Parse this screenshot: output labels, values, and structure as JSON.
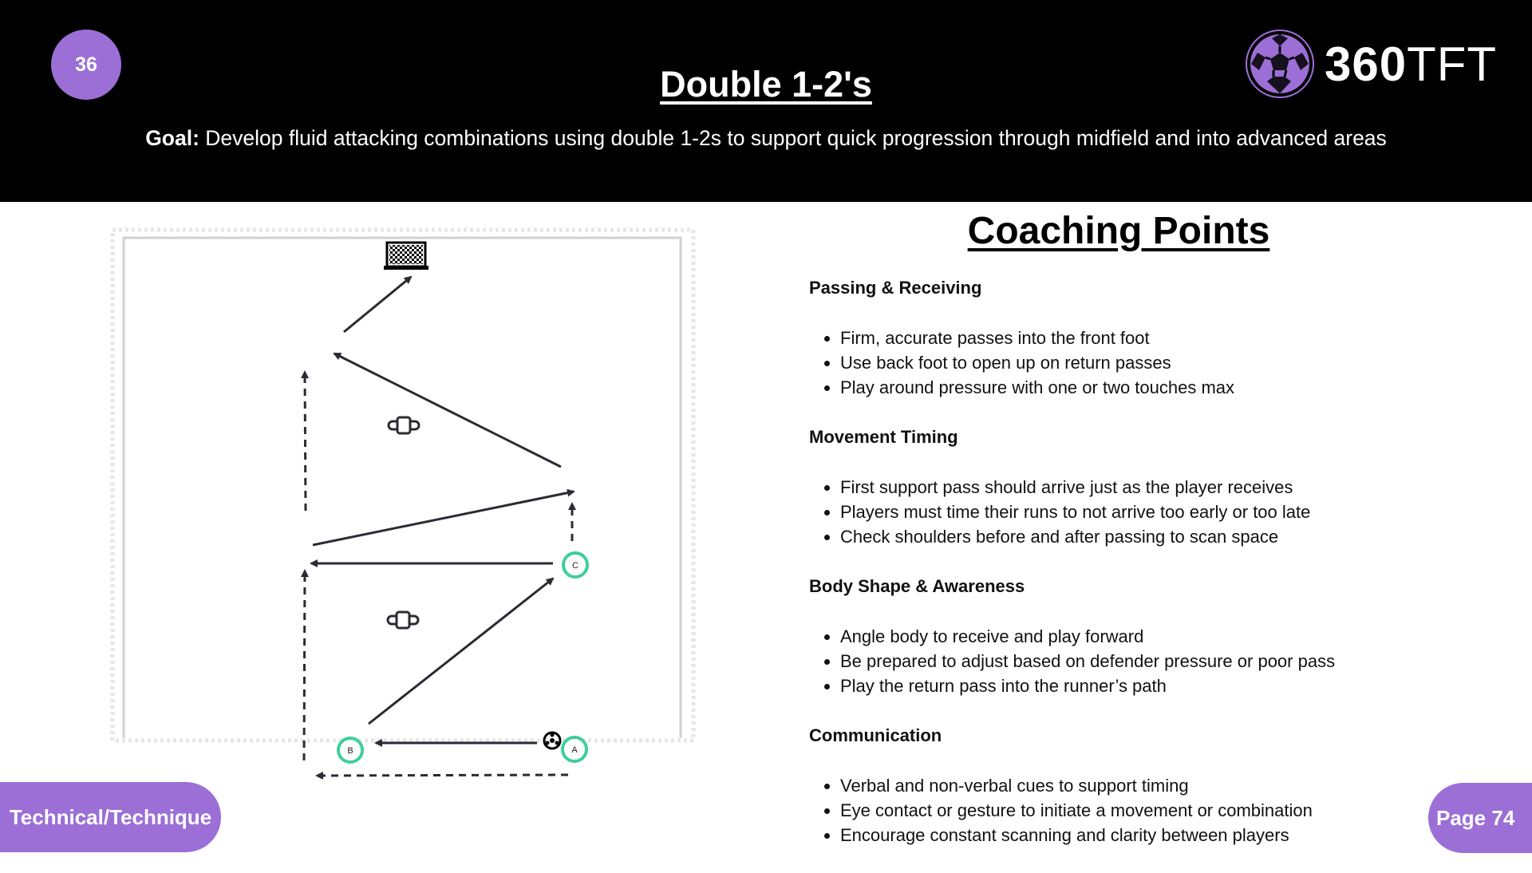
{
  "header": {
    "session_number": "36",
    "title": "Double 1-2's",
    "goal_label": "Goal:",
    "goal_text": "Develop fluid attacking combinations using double 1-2s to support quick progression through midfield and into advanced areas",
    "logo_text_bold": "360",
    "logo_text_light": "TFT"
  },
  "diagram": {
    "players": {
      "a": "A",
      "b": "B",
      "c": "C"
    }
  },
  "coaching": {
    "title": "Coaching Points",
    "sections": [
      {
        "heading": "Passing & Receiving",
        "points": [
          "Firm, accurate passes into the front foot",
          "Use back foot to open up on return passes",
          "Play around pressure with one or two touches max"
        ]
      },
      {
        "heading": "Movement Timing",
        "points": [
          "First support pass should arrive just as the player receives",
          "Players must time their runs to not arrive too early or too late",
          "Check shoulders before and after passing to scan space"
        ]
      },
      {
        "heading": "Body Shape & Awareness",
        "points": [
          "Angle body to receive and play forward",
          "Be prepared to adjust based on defender pressure or poor pass",
          "Play the return pass into the runner’s path"
        ]
      },
      {
        "heading": "Communication",
        "points": [
          "Verbal and non-verbal cues to support timing",
          "Eye contact or gesture to initiate a movement or combination",
          "Encourage constant scanning and clarity between players"
        ]
      }
    ]
  },
  "footer": {
    "category": "Technical/Technique",
    "page": "Page 74"
  },
  "colors": {
    "accent": "#9b6fd6",
    "player_ring": "#3ecf9a",
    "arrow": "#2b2b33"
  }
}
